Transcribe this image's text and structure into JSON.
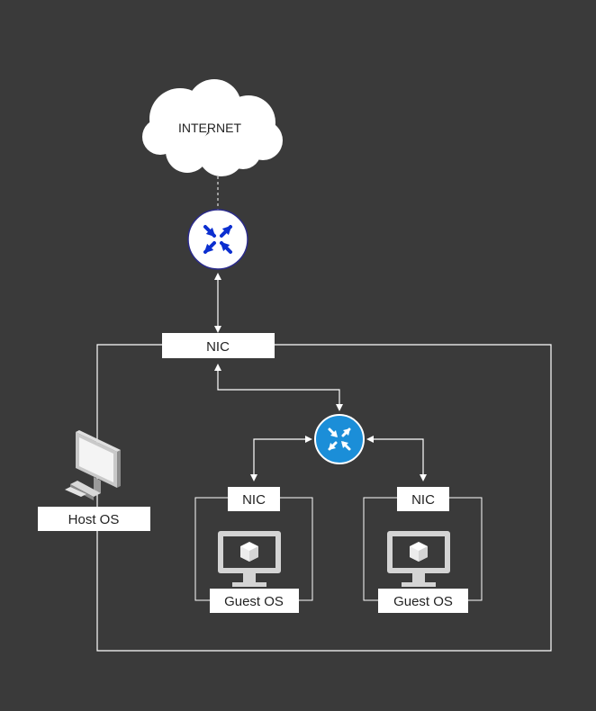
{
  "diagram": {
    "cloud": {
      "label": "INTERNET"
    },
    "host_nic": {
      "label": "NIC"
    },
    "host": {
      "label": "Host OS"
    },
    "guest_left": {
      "nic_label": "NIC",
      "os_label": "Guest OS"
    },
    "guest_right": {
      "nic_label": "NIC",
      "os_label": "Guest OS"
    }
  },
  "colors": {
    "background": "#3a3a3a",
    "line": "#ffffff",
    "box_fill": "#ffffff",
    "text": "#222222",
    "router_main_arrows": "#0c2fd0",
    "router_virtual_fill": "#1b8ed8",
    "router_virtual_arrows": "#ffffff"
  },
  "icons": {
    "internet": "cloud-icon",
    "main_router": "router-icon",
    "virtual_switch": "virtual-switch-icon",
    "host": "desktop-computer-icon",
    "guest": "virtual-machine-monitor-icon"
  }
}
